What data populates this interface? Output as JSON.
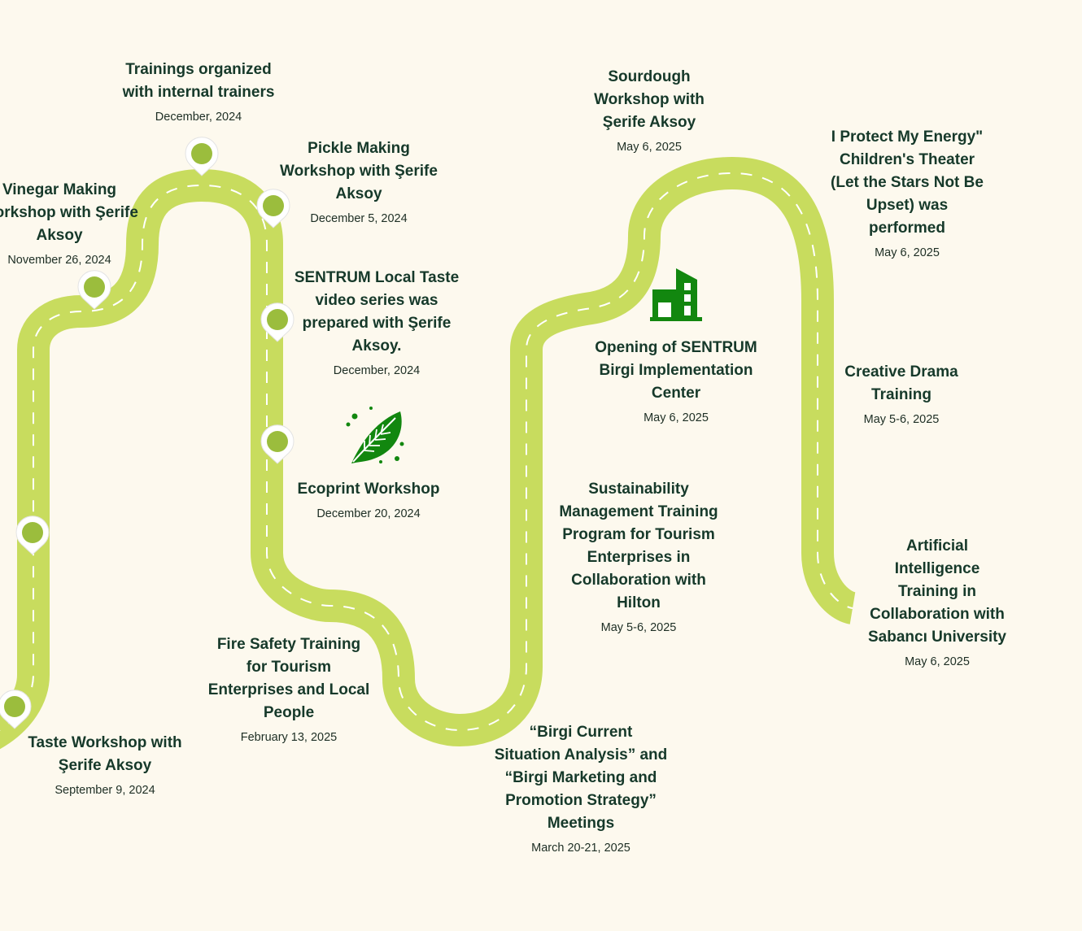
{
  "colors": {
    "background": "#fdf9ee",
    "road": "#c8dc5e",
    "road_dash": "#ffffff",
    "pin_fill": "#9bbd3d",
    "text": "#16392a",
    "icon": "#12870f"
  },
  "events": [
    {
      "title": "Trainings organized\nwith internal trainers",
      "date": "December, 2024"
    },
    {
      "title": "Vinegar Making\nWorkshop with Şerife\nAksoy",
      "date": "November 26, 2024"
    },
    {
      "title": "Pickle Making\nWorkshop with Şerife\nAksoy",
      "date": "December 5, 2024"
    },
    {
      "title": "SENTRUM Local Taste\nvideo series was\nprepared with Şerife\nAksoy.",
      "date": "December, 2024"
    },
    {
      "title": "Ecoprint Workshop",
      "date": "December 20, 2024"
    },
    {
      "title": "Fire Safety Training\nfor Tourism\nEnterprises and Local\nPeople",
      "date": "February 13, 2025"
    },
    {
      "title": "Taste Workshop with\nŞerife Aksoy",
      "date": "September 9, 2024"
    },
    {
      "title": "“Birgi Current\nSituation Analysis” and\n“Birgi Marketing and\nPromotion Strategy”\nMeetings",
      "date": "March 20-21, 2025"
    },
    {
      "title": "Sustainability\nManagement Training\nProgram for Tourism\nEnterprises in\nCollaboration with\nHilton",
      "date": "May 5-6, 2025"
    },
    {
      "title": "Opening of SENTRUM\nBirgi Implementation\nCenter",
      "date": "May 6, 2025"
    },
    {
      "title": "Sourdough\nWorkshop with\nŞerife Aksoy",
      "date": "May 6, 2025"
    },
    {
      "title": "I Protect My Energy\"\nChildren's Theater\n(Let the Stars Not Be\nUpset) was\nperformed",
      "date": "May 6, 2025"
    },
    {
      "title": "Creative Drama\nTraining",
      "date": "May 5-6, 2025"
    },
    {
      "title": "Artificial\nIntelligence\nTraining in\nCollaboration with\nSabancı University",
      "date": "May 6, 2025"
    }
  ],
  "icons": {
    "leaf": "leaf-icon",
    "building": "building-icon",
    "pin": "map-pin-icon"
  }
}
